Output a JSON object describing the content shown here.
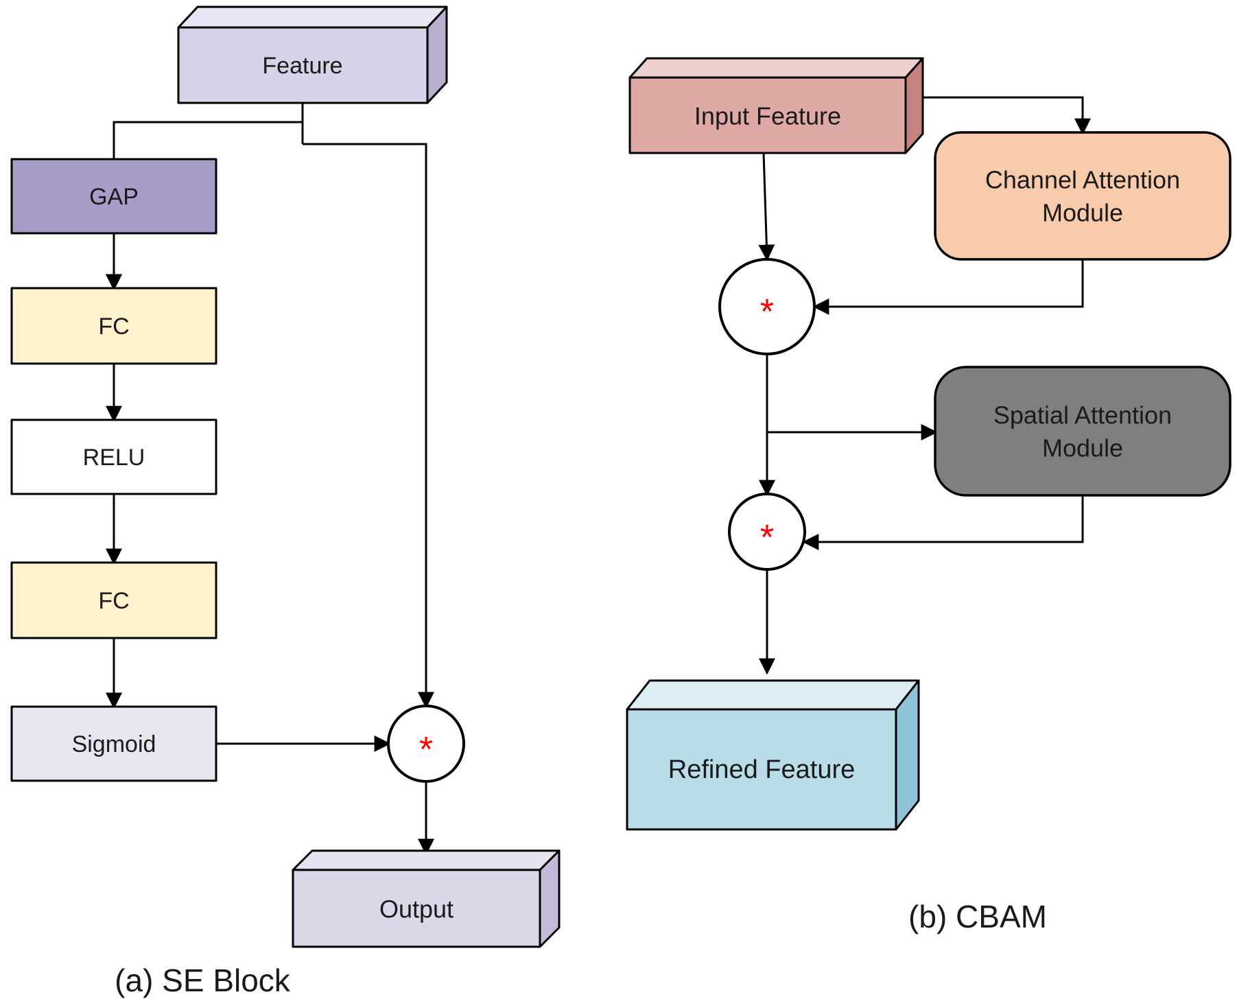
{
  "figure": {
    "background": "#FFFFFF",
    "line_color": "#000000"
  },
  "colors": {
    "black": "#000000",
    "white": "#FFFFFF",
    "red_star": "#FF0000",
    "feature_front": "#D8D2E8",
    "feature_top": "#E9E5F2",
    "feature_side": "#B9AECE",
    "gap": "#A89CC8",
    "fc": "#FFF2CC",
    "relu": "#FFFFFF",
    "sigmoid": "#E8E5F0",
    "output_front": "#DBD7E8",
    "output_top": "#E6E2F0",
    "output_side": "#C5BBD9",
    "output_stroke": "#3D5DA8",
    "input_front": "#DFA9A6",
    "input_top": "#EDD0CE",
    "input_side": "#C5827E",
    "channel_attention": "#F8CBAD",
    "spatial_attention": "#7F7F7F",
    "refined_front": "#B8DCE8",
    "refined_top": "#DCEEF4",
    "refined_side": "#8FC4D8"
  },
  "se_block": {
    "caption": "(a) SE Block",
    "nodes": {
      "feature": "Feature",
      "gap": "GAP",
      "fc1": "FC",
      "relu": "RELU",
      "fc2": "FC",
      "sigmoid": "Sigmoid",
      "multiply": "*",
      "output": "Output"
    }
  },
  "cbam": {
    "caption": "(b) CBAM",
    "nodes": {
      "input_feature": "Input Feature",
      "channel_attention_line1": "Channel Attention",
      "channel_attention_line2": "Module",
      "spatial_attention_line1": "Spatial Attention",
      "spatial_attention_line2": "Module",
      "multiply1": "*",
      "multiply2": "*",
      "refined_feature": "Refined Feature"
    }
  }
}
